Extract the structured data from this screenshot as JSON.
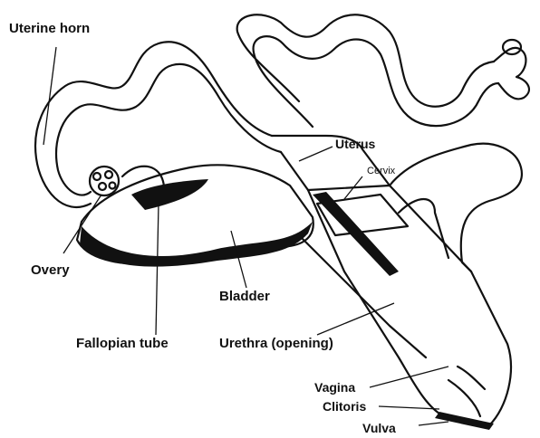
{
  "diagram": {
    "labels": {
      "uterine_horn": "Uterine horn",
      "uterus": "Uterus",
      "cervix": "Cervix",
      "overy": "Overy",
      "bladder": "Bladder",
      "fallopian_tube": "Fallopian tube",
      "urethra": "Urethra (opening)",
      "vagina": "Vagina",
      "clitoris": "Clitoris",
      "vulva": "Vulva"
    },
    "colors": {
      "ink": "#111111",
      "background": "#ffffff"
    }
  }
}
